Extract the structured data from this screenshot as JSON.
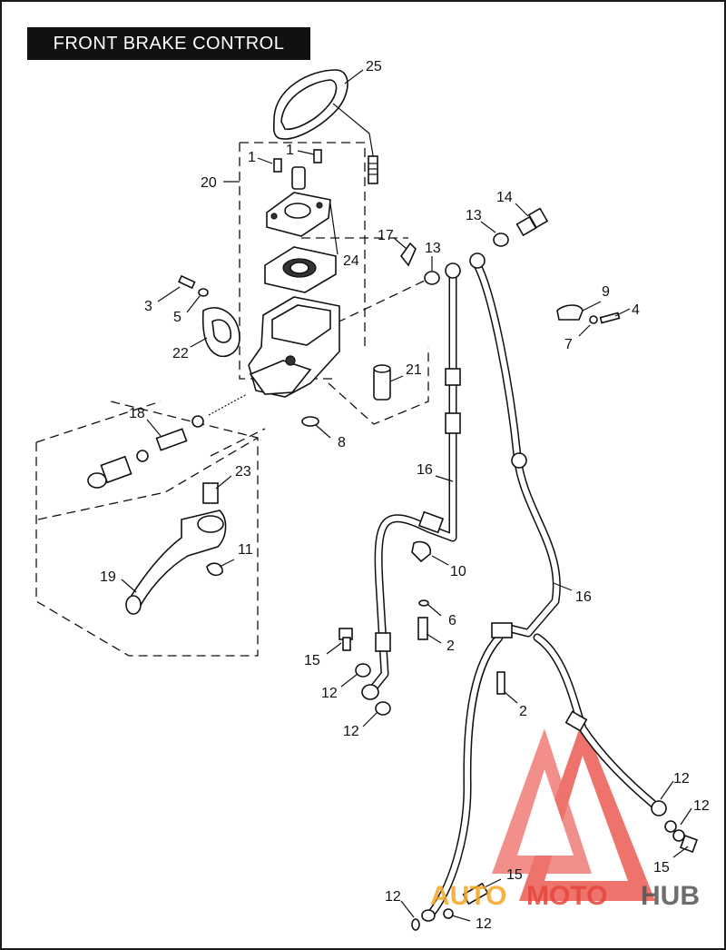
{
  "title": "FRONT BRAKE CONTROL",
  "callouts": [
    {
      "id": "c1a",
      "text": "1"
    },
    {
      "id": "c1b",
      "text": "1"
    },
    {
      "id": "c2a",
      "text": "2"
    },
    {
      "id": "c2b",
      "text": "2"
    },
    {
      "id": "c3",
      "text": "3"
    },
    {
      "id": "c4",
      "text": "4"
    },
    {
      "id": "c5",
      "text": "5"
    },
    {
      "id": "c6",
      "text": "6"
    },
    {
      "id": "c7",
      "text": "7"
    },
    {
      "id": "c8",
      "text": "8"
    },
    {
      "id": "c9",
      "text": "9"
    },
    {
      "id": "c10",
      "text": "10"
    },
    {
      "id": "c11",
      "text": "11"
    },
    {
      "id": "c12a",
      "text": "12"
    },
    {
      "id": "c12b",
      "text": "12"
    },
    {
      "id": "c12c",
      "text": "12"
    },
    {
      "id": "c12d",
      "text": "12"
    },
    {
      "id": "c12e",
      "text": "12"
    },
    {
      "id": "c12f",
      "text": "12"
    },
    {
      "id": "c13a",
      "text": "13"
    },
    {
      "id": "c13b",
      "text": "13"
    },
    {
      "id": "c14",
      "text": "14"
    },
    {
      "id": "c15a",
      "text": "15"
    },
    {
      "id": "c15b",
      "text": "15"
    },
    {
      "id": "c15c",
      "text": "15"
    },
    {
      "id": "c16a",
      "text": "16"
    },
    {
      "id": "c16b",
      "text": "16"
    },
    {
      "id": "c17",
      "text": "17"
    },
    {
      "id": "c18",
      "text": "18"
    },
    {
      "id": "c19",
      "text": "19"
    },
    {
      "id": "c20",
      "text": "20"
    },
    {
      "id": "c21",
      "text": "21"
    },
    {
      "id": "c22",
      "text": "22"
    },
    {
      "id": "c23",
      "text": "23"
    },
    {
      "id": "c24",
      "text": "24"
    },
    {
      "id": "c25",
      "text": "25"
    }
  ],
  "watermark": {
    "part1": "AUTO",
    "part2": "MOTO",
    "part3": "HUB",
    "color_primary": "#e8453c",
    "color_secondary": "#f5a623",
    "color_dark": "#555555"
  }
}
